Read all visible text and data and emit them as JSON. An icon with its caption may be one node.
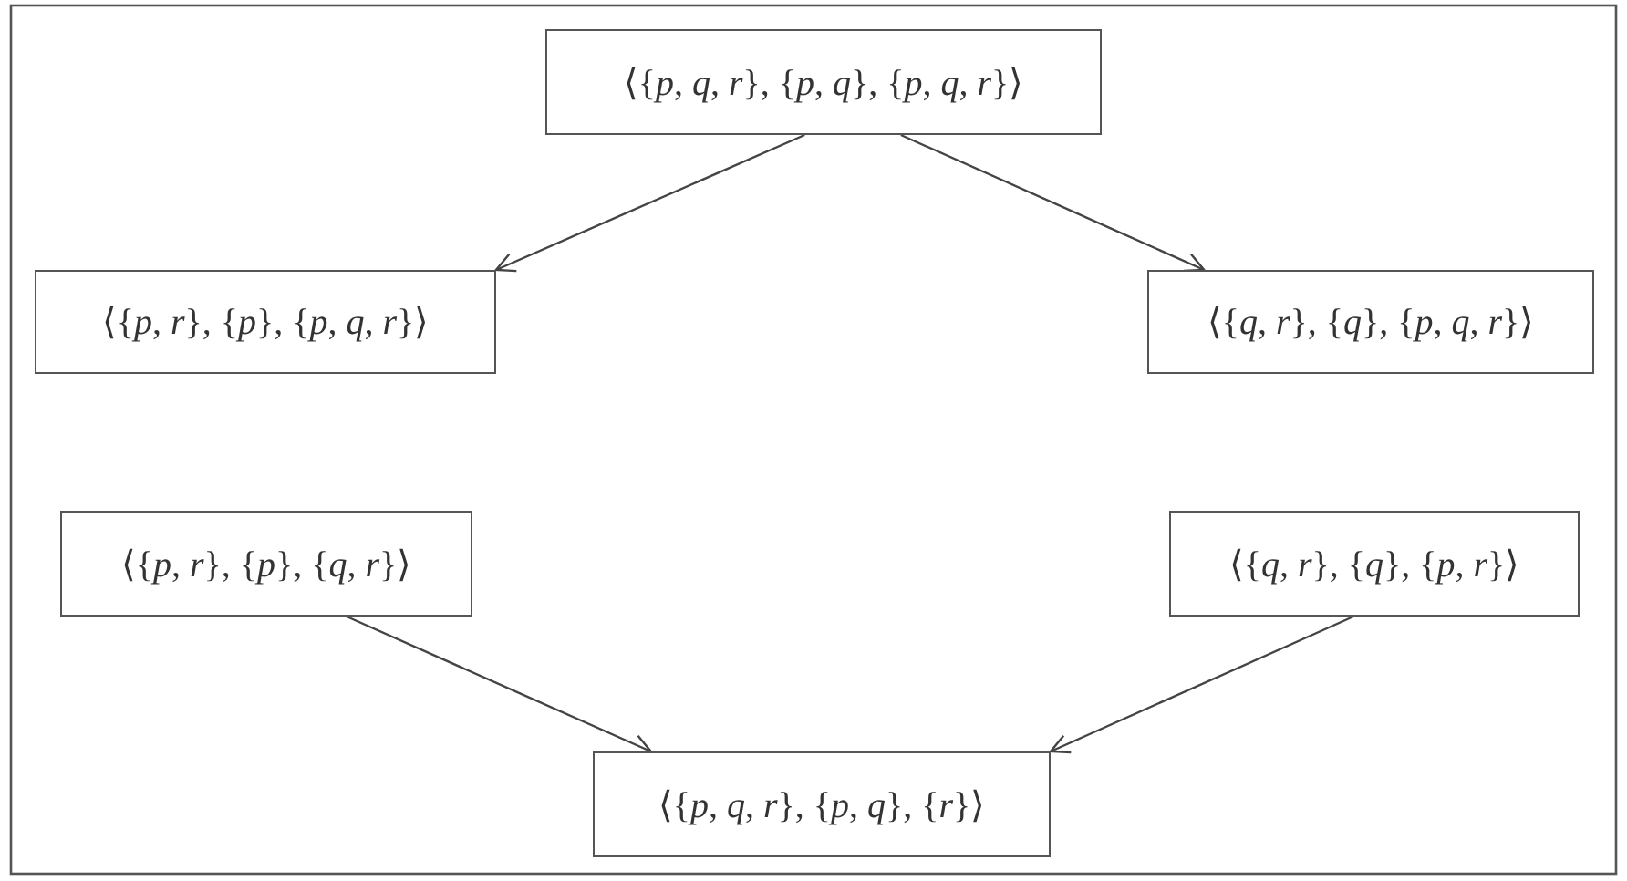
{
  "diagram": {
    "nodes": [
      {
        "text": [
          "⟨{*p*, *q*, *r*}, {*p*, *q*}, {*p*, *q*, *r*}⟩"
        ]
      },
      {
        "text": [
          "⟨{*p*, *r*}, {*p*}, {*p*, *q*, *r*}⟩"
        ]
      },
      {
        "text": [
          "⟨{*q*, *r*}, {*q*}, {*p*, *q*, *r*}⟩"
        ]
      },
      {
        "text": [
          "⟨{*p*, *r*}, {*p*}, {*q*, *r*}⟩"
        ]
      },
      {
        "text": [
          "⟨{*q*, *r*}, {*q*}, {*p*, *r*}⟩"
        ]
      },
      {
        "text": [
          "⟨{*p*, *q*, *r*}, {*p*, *q*}, {*r*}⟩"
        ]
      }
    ],
    "edges": [
      {
        "from": 0,
        "to": 1,
        "arrow": "to"
      },
      {
        "from": 0,
        "to": 2,
        "arrow": "to"
      },
      {
        "from": 3,
        "to": 5,
        "arrow": "to"
      },
      {
        "from": 4,
        "to": 5,
        "arrow": "to"
      }
    ]
  }
}
